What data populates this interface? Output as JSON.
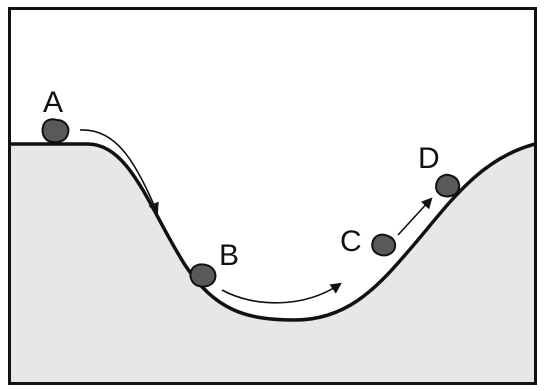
{
  "diagram": {
    "points": [
      {
        "id": "A",
        "label": "A"
      },
      {
        "id": "B",
        "label": "B"
      },
      {
        "id": "C",
        "label": "C"
      },
      {
        "id": "D",
        "label": "D"
      }
    ]
  },
  "colors": {
    "ground": "#e6e7e8",
    "sky": "#ffffff",
    "outline": "#111111",
    "rock": "#58595b"
  }
}
